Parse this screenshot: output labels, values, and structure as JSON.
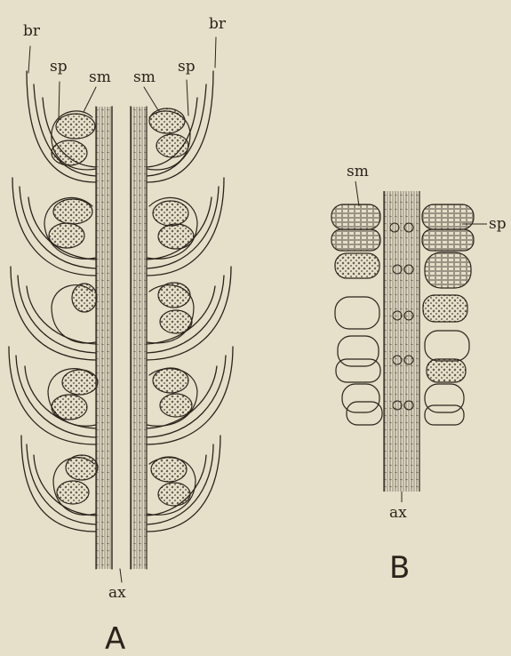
{
  "figure_a": {
    "labels": {
      "br_left": "br",
      "br_right": "br",
      "sp_left": "sp",
      "sp_right": "sp",
      "sm_left": "sm",
      "sm_right": "sm",
      "axis": "ax",
      "panel": "A"
    }
  },
  "figure_b": {
    "labels": {
      "sm": "sm",
      "sp": "sp",
      "axis": "ax",
      "panel": "B"
    }
  },
  "colors": {
    "paper": "#e6dfc9",
    "ink": "#2a241c"
  }
}
